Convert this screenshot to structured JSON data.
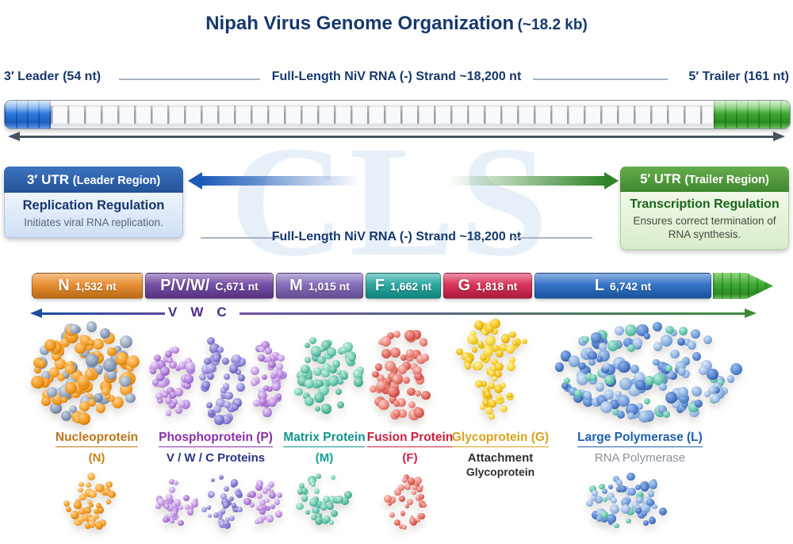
{
  "title": {
    "main": "Nipah Virus Genome Organization",
    "size": "(~18.2 kb)"
  },
  "watermark": "CLS",
  "top_labels": {
    "leader": "3′ Leader (54 nt)",
    "center": "Full-Length NiV RNA (-) Strand ~18,200 nt",
    "trailer": "5′ Trailer (161 nt)"
  },
  "utr_left": {
    "header_main": "3′ UTR",
    "header_sub": "(Leader Region)",
    "title": "Replication Regulation",
    "desc": "Initiates viral RNA replication."
  },
  "utr_right": {
    "header_main": "5′ UTR",
    "header_sub": "(Trailer Region)",
    "title": "Transcription Regulation",
    "desc": "Ensures correct termination of RNA synthesis."
  },
  "strand_label": "Full-Length NiV RNA (-) Strand ~18,200 nt",
  "genes": [
    {
      "name": "N",
      "length": "1,532 nt",
      "color": "#e8851f"
    },
    {
      "name": "P/V/W/",
      "length": "C,671 nt",
      "color": "#6b3fa0"
    },
    {
      "name": "M",
      "length": "1,015 nt",
      "color": "#7a62b5"
    },
    {
      "name": "F",
      "length": "1,662 nt",
      "color": "#17a29a"
    },
    {
      "name": "G",
      "length": "1,818 nt",
      "color": "#d6224c"
    },
    {
      "name": "L",
      "length": "6,742 nt",
      "color": "#2268c4"
    }
  ],
  "vwc": {
    "v": "V",
    "w": "W",
    "c": "C"
  },
  "proteins": [
    {
      "title": "Nucleoprotein",
      "line2": "(N)",
      "color": "#bd7519",
      "subcolor": "#c8821a"
    },
    {
      "title": "Phosphoprotein (P)",
      "line2": "V / W / C Proteins",
      "color": "#8a2fa8",
      "subcolor": "#27337f"
    },
    {
      "title": "Matrix Protein",
      "line2": "(M)",
      "color": "#0e948c",
      "subcolor": "#0fa096"
    },
    {
      "title": "Fusion Protein",
      "line2": "(F)",
      "color": "#cc1f3e",
      "subcolor": "#d42049"
    },
    {
      "title": "Glycoprotein (G)",
      "line2": "Attachment",
      "line3": "Glycoprotein",
      "color": "#d9a31b",
      "subcolor": "#2e2e2e"
    },
    {
      "title": "Large Polymerase (L)",
      "line2": "RNA Polymerase",
      "color": "#1f5fae",
      "subcolor": "#8a909a"
    }
  ],
  "palettes": {
    "n_mix": [
      [
        "#ffd596",
        "#f3a02a",
        "#c1720a"
      ],
      [
        "#ffc878",
        "#ef9418",
        "#b56605"
      ],
      [
        "#d7e0ec",
        "#93a5bd",
        "#5e7090"
      ],
      [
        "#ffd596",
        "#f3a02a",
        "#c1720a"
      ],
      [
        "#c5d1e2",
        "#8195b2",
        "#566884"
      ],
      [
        "#ffcf86",
        "#ee9a20",
        "#ba6a06"
      ]
    ],
    "orange": [
      [
        "#ffd596",
        "#f3a02a",
        "#c1720a"
      ],
      [
        "#ffc878",
        "#ef9418",
        "#b56605"
      ],
      [
        "#ffdda6",
        "#f7ab3f",
        "#c87a10"
      ]
    ],
    "purple": [
      [
        "#ecd8f8",
        "#b88ade",
        "#8656b0"
      ],
      [
        "#e2c6f4",
        "#aa74d6",
        "#7c48a6"
      ],
      [
        "#f2e2fc",
        "#c49ae6",
        "#9064bc"
      ]
    ],
    "blueviolet": [
      [
        "#d4d2f6",
        "#8d85d8",
        "#5a52ae"
      ],
      [
        "#c6c4f0",
        "#7d74d0",
        "#4d459f"
      ],
      [
        "#dcdaf8",
        "#9a92de",
        "#655cb8"
      ]
    ],
    "teal": [
      [
        "#c8ecdf",
        "#62c4ab",
        "#2a917b"
      ],
      [
        "#b8e6d6",
        "#52b89e",
        "#1f8570"
      ],
      [
        "#d6f2e8",
        "#74cfb8",
        "#379e88"
      ]
    ],
    "red": [
      [
        "#f8c0b8",
        "#e4736a",
        "#bb3a32"
      ],
      [
        "#f4b0a6",
        "#dd6158",
        "#b02c24"
      ],
      [
        "#fccfc8",
        "#ea857c",
        "#c64a42"
      ]
    ],
    "yellow": [
      [
        "#ffef9e",
        "#f5c91e",
        "#cb9a06"
      ],
      [
        "#fff3b4",
        "#f8d436",
        "#d2a50e"
      ],
      [
        "#ffe98c",
        "#f0bf14",
        "#c39102"
      ]
    ],
    "l_mix": [
      [
        "#cfe0f6",
        "#88aede",
        "#4a76b8"
      ],
      [
        "#b4d0f2",
        "#6f9bd6",
        "#3a66aa"
      ],
      [
        "#9cc0ee",
        "#5585cc",
        "#2a52a0"
      ],
      [
        "#bdeade",
        "#64c4ad",
        "#2f9180"
      ],
      [
        "#dce9f8",
        "#9ab8e4",
        "#5c82bc"
      ],
      [
        "#8fb4ea",
        "#4a77c4",
        "#224a96"
      ]
    ]
  }
}
